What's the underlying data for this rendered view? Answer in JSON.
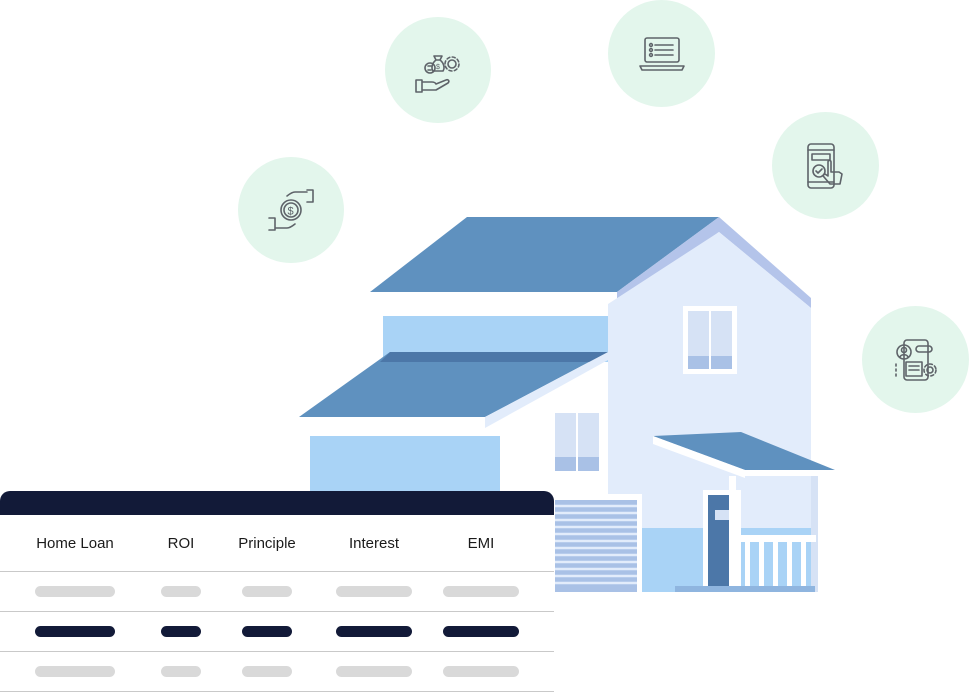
{
  "icons": [
    {
      "name": "money-bag-gear-hand-icon"
    },
    {
      "name": "laptop-list-icon"
    },
    {
      "name": "phone-tap-check-icon"
    },
    {
      "name": "hands-dollar-coin-icon"
    },
    {
      "name": "phone-profile-gear-icon"
    }
  ],
  "colors": {
    "bubble": "#e3f6ec",
    "icon_stroke": "#5e6369",
    "roof": "#5f91bf",
    "wall_light": "#e2ecfb",
    "wall_blue": "#a9d3f6",
    "table_header": "#121a38",
    "placeholder": "#d9d9d9"
  },
  "table": {
    "headers": [
      "Home Loan",
      "ROI",
      "Principle",
      "Interest",
      "EMI"
    ],
    "rows": [
      {
        "style": "light"
      },
      {
        "style": "dark"
      },
      {
        "style": "light"
      }
    ]
  }
}
